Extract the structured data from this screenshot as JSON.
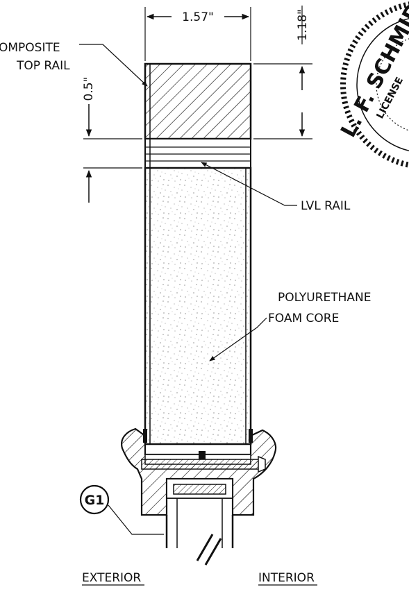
{
  "dimensions": {
    "width": "1.57\"",
    "height": "1.18\"",
    "rail": "0.5\""
  },
  "labels": {
    "composite_line1": "OMPOSITE",
    "composite_line2": "TOP RAIL",
    "lvl": "LVL RAIL",
    "foam_line1": "POLYURETHANE",
    "foam_line2": "FOAM CORE",
    "callout": "G1",
    "exterior": "EXTERIOR",
    "interior": "INTERIOR"
  },
  "seal": {
    "line1": "L. F. SCHMIDT",
    "line2": "LICENSE"
  }
}
